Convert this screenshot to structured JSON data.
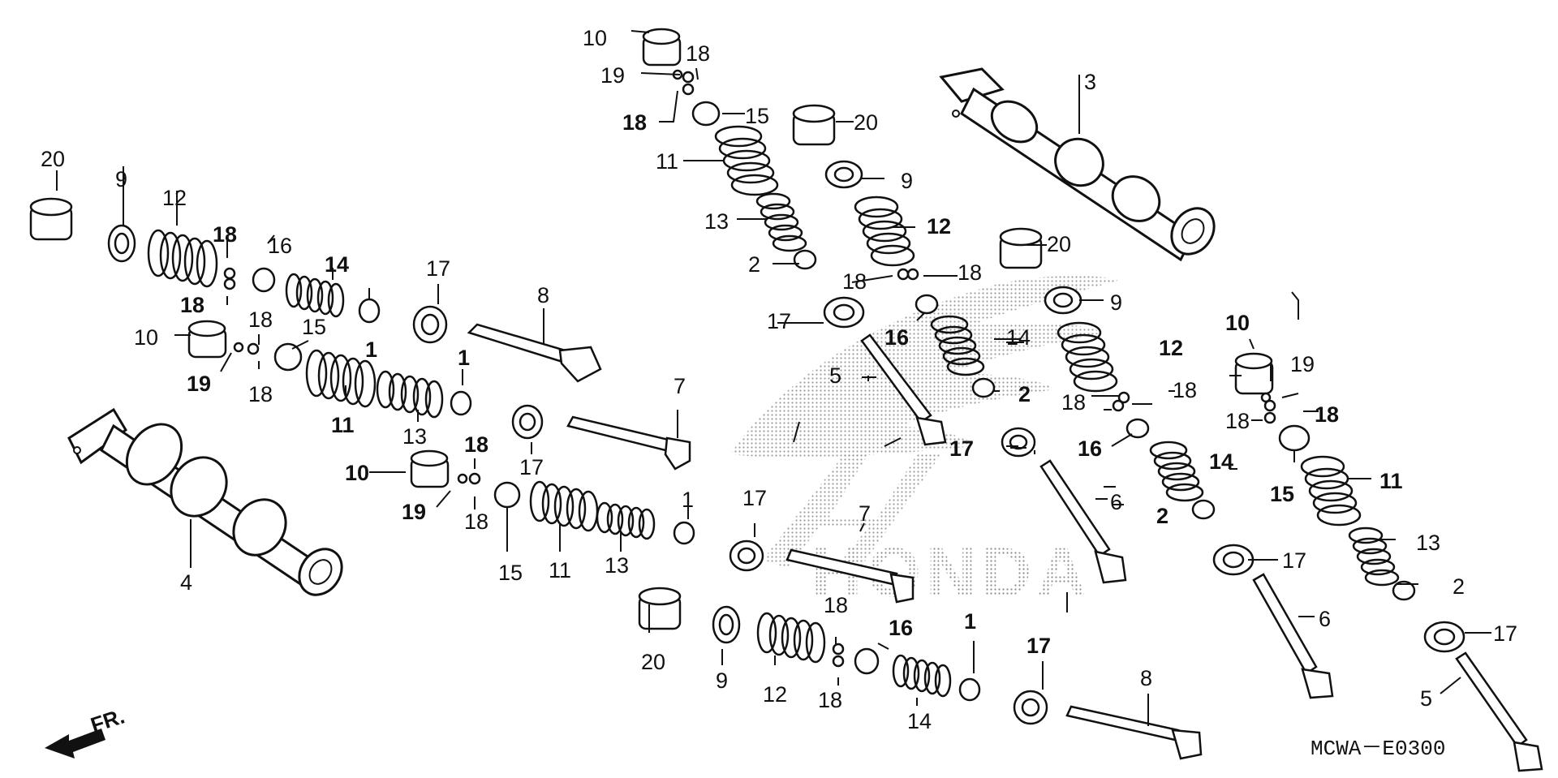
{
  "callouts": [
    "1",
    "2",
    "3",
    "4",
    "5",
    "6",
    "7",
    "8",
    "9",
    "10",
    "11",
    "12",
    "13",
    "14",
    "15",
    "16",
    "17",
    "18",
    "19",
    "20"
  ],
  "direction_label": "FR.",
  "diagram_code": "MCWA－E0300",
  "watermark": "HONDA",
  "colors": {
    "line": "#111111",
    "watermark": "#9a9a9a",
    "background": "#ffffff"
  }
}
